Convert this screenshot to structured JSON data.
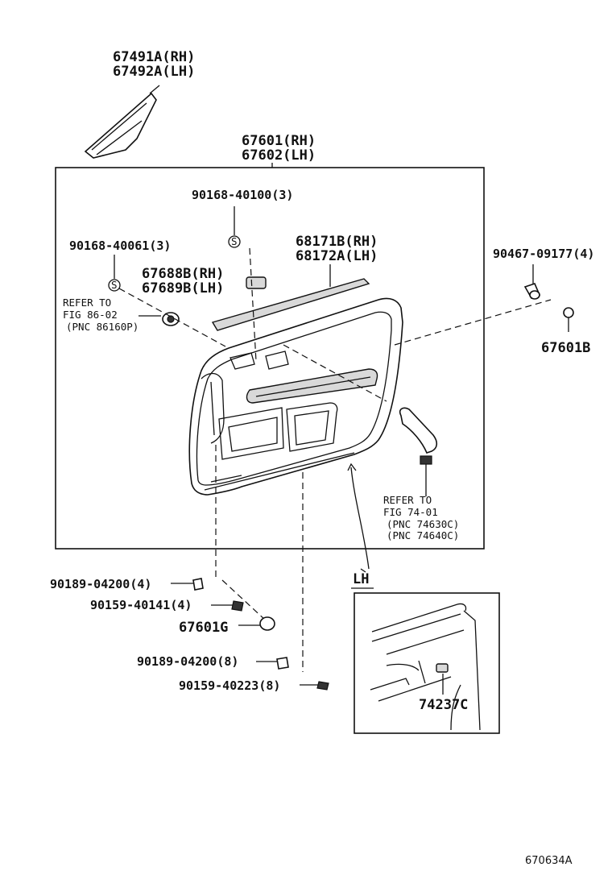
{
  "labels": {
    "quarter_trim_rh": "67491A(RH)",
    "quarter_trim_lh": "67492A(LH)",
    "panel_rh": "67601(RH)",
    "panel_lh": "67602(LH)",
    "screw_top": "90168-40100(3)",
    "screw_left": "90168-40061(3)",
    "weatherstrip_rh": "68171B(RH)",
    "weatherstrip_lh": "68172A(LH)",
    "cover_rh": "67688B(RH)",
    "cover_lh": "67689B(LH)",
    "clip_right": "90467-09177(4)",
    "clip_right_b": "67601B",
    "bolt_1": "90189-04200(4)",
    "screw_1": "90159-40141(4)",
    "clip_g": "67601G",
    "bolt_2": "90189-04200(8)",
    "screw_2": "90159-40223(8)",
    "inset_part": "74237C",
    "lh_tag": "LH",
    "screw_marker": "S",
    "figure_code": "670634A"
  },
  "refer_86": {
    "line1": "REFER TO",
    "line2": "FIG 86-02",
    "line3": "(PNC 86160P)"
  },
  "refer_74": {
    "line1": "REFER TO",
    "line2": "FIG 74-01",
    "line3": "(PNC 74630C)",
    "line4": "(PNC 74640C)"
  }
}
